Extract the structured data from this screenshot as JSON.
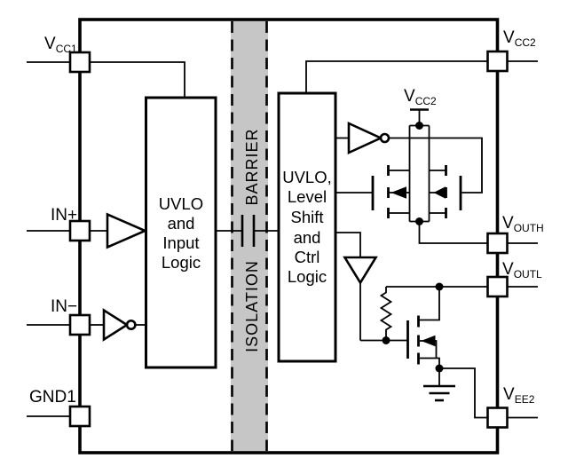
{
  "pins": {
    "vcc1": {
      "name": "V",
      "sub": "CC1"
    },
    "in_plus": {
      "name": "IN+"
    },
    "in_minus": {
      "name": "IN−"
    },
    "gnd1": {
      "name": "GND1"
    },
    "vcc2": {
      "name": "V",
      "sub": "CC2"
    },
    "vouth": {
      "name": "V",
      "sub": "OUTH"
    },
    "voutl": {
      "name": "V",
      "sub": "OUTL"
    },
    "vee2": {
      "name": "V",
      "sub": "EE2"
    }
  },
  "internal": {
    "vcc2_rail": {
      "name": "V",
      "sub": "CC2"
    }
  },
  "blocks": {
    "input_logic": {
      "lines": [
        "UVLO",
        "and",
        "Input",
        "Logic"
      ]
    },
    "output_logic": {
      "lines": [
        "UVLO,",
        "Level",
        "Shift",
        "and",
        "Ctrl",
        "Logic"
      ]
    }
  },
  "barrier": {
    "upper_word": "BARRIER",
    "lower_word": "ISOLATION"
  },
  "colors": {
    "barrier_fill": "#c6c6c6",
    "line": "#000000",
    "background": "#ffffff"
  }
}
